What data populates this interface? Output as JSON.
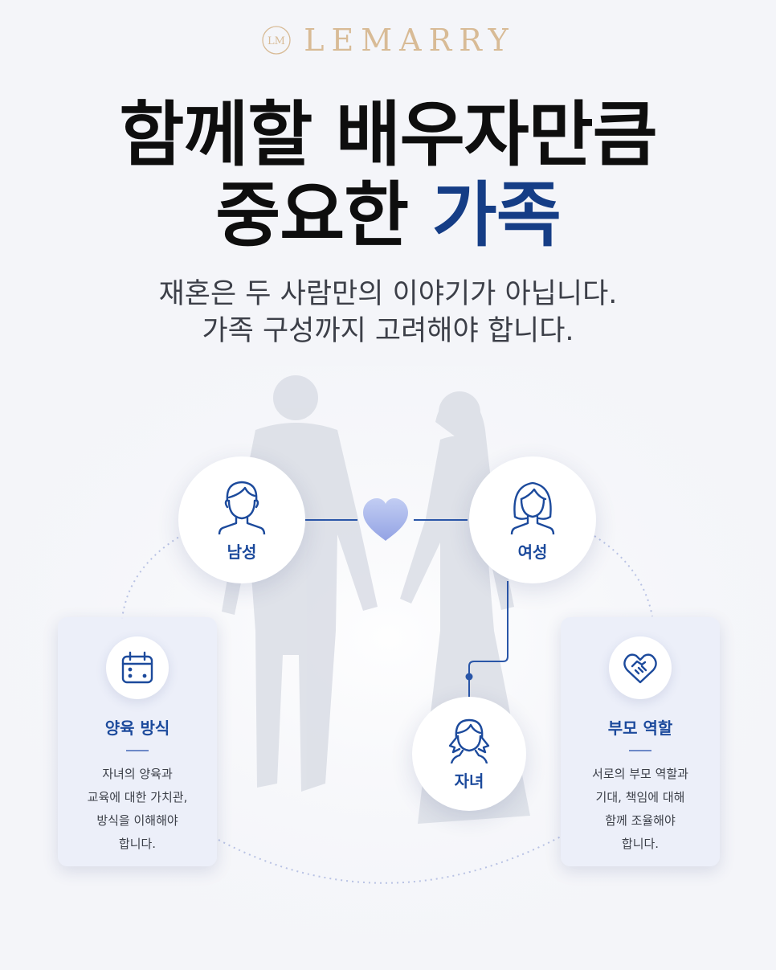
{
  "brand": {
    "name": "LEMARRY",
    "monogram": "LM"
  },
  "headline": {
    "line1": "함께할 배우자만큼",
    "line2_plain": "중요한",
    "line2_accent": "가족"
  },
  "subtitle": {
    "line1": "재혼은 두 사람만의 이야기가 아닙니다.",
    "line2": "가족 구성까지 고려해야 합니다."
  },
  "diagram": {
    "man": {
      "label": "남성",
      "icon": "man-icon"
    },
    "woman": {
      "label": "여성",
      "icon": "woman-icon"
    },
    "child": {
      "label": "자녀",
      "icon": "child-icon"
    },
    "heart": {
      "icon": "heart-icon"
    }
  },
  "cards": {
    "parenting": {
      "title": "양육 방식",
      "icon": "calendar-icon",
      "lines": [
        "자녀의 양육과",
        "교육에 대한 가치관,",
        "방식을 이해해야",
        "합니다."
      ]
    },
    "roles": {
      "title": "부모 역할",
      "icon": "handshake-heart-icon",
      "lines": [
        "서로의 부모 역할과",
        "기대, 책임에 대해",
        "함께 조율해야",
        "합니다."
      ]
    }
  },
  "colors": {
    "accent": "#153d86",
    "label": "#1c4a9c",
    "gold": "#d8bb96",
    "heart": "#a9b7ec"
  }
}
